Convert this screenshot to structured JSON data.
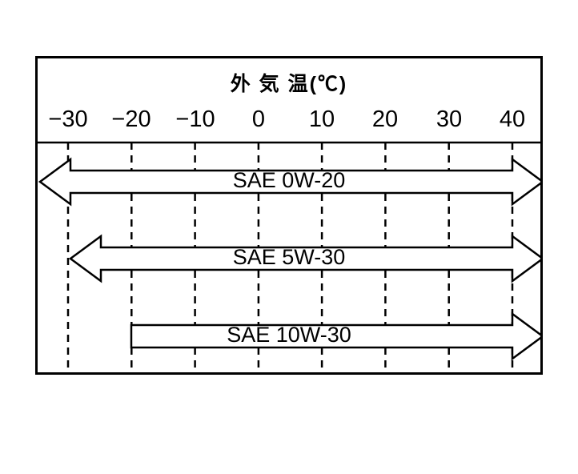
{
  "page": {
    "background": "#ffffff",
    "line_color": "#000000"
  },
  "chart_data": {
    "type": "bar",
    "subtype": "horizontal-temperature-range-arrows",
    "title": "外 気 温(℃)",
    "xlim": [
      -30,
      40
    ],
    "x_ticks": [
      -30,
      -20,
      -10,
      0,
      10,
      20,
      30,
      40
    ],
    "tick_labels": [
      "−30",
      "−20",
      "−10",
      "0",
      "10",
      "20",
      "30",
      "40"
    ],
    "grid": "dashed-vertical",
    "legend_position": "none",
    "series": [
      {
        "name": "SAE 0W-20",
        "min": -30,
        "max": 40,
        "arrow_left": true,
        "arrow_right": true
      },
      {
        "name": "SAE 5W-30",
        "min": -30,
        "max": 40,
        "arrow_left": true,
        "arrow_right": true
      },
      {
        "name": "SAE 10W-30",
        "min": -20,
        "max": 40,
        "arrow_left": false,
        "arrow_right": true
      }
    ]
  }
}
